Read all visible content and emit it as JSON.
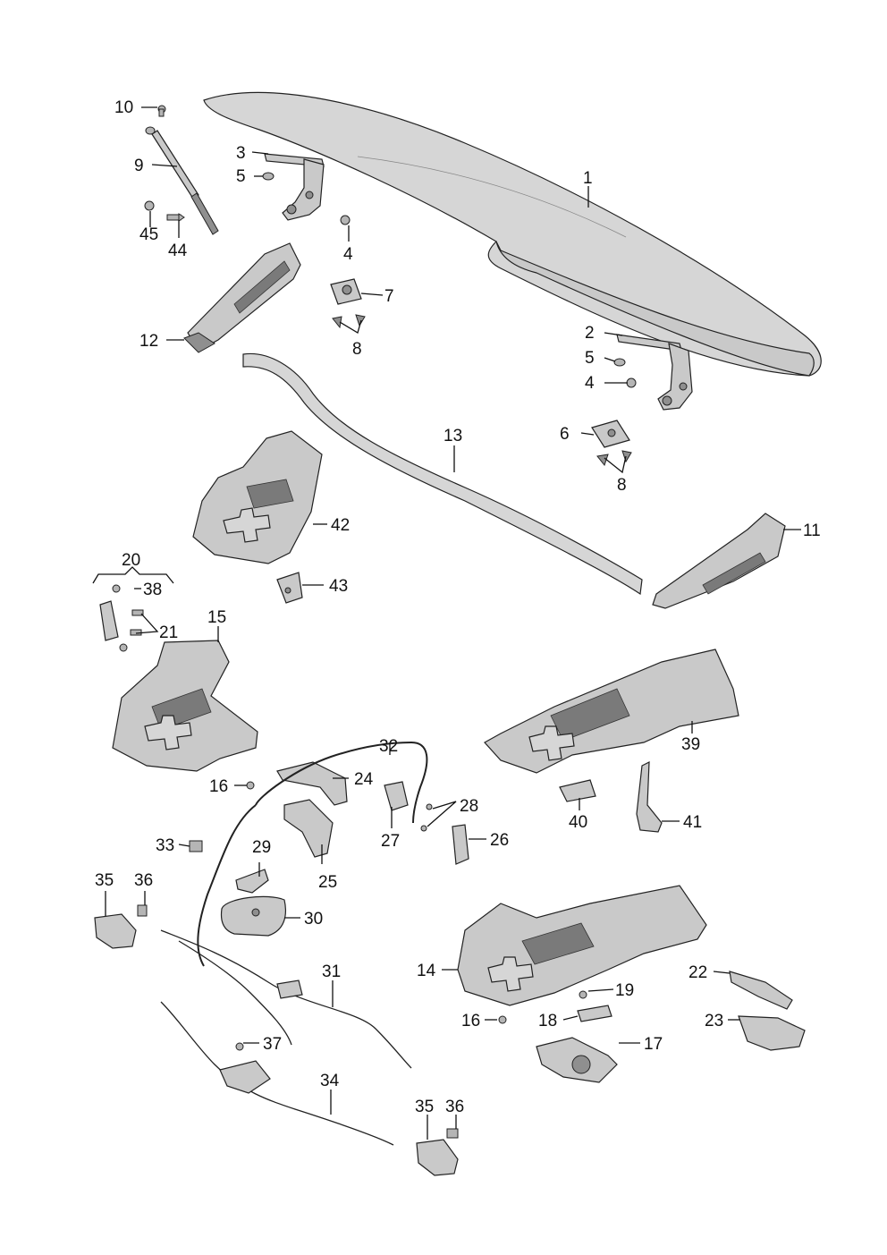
{
  "callouts": [
    {
      "id": "c1",
      "text": "1"
    },
    {
      "id": "c2",
      "text": "2"
    },
    {
      "id": "c3",
      "text": "3"
    },
    {
      "id": "c4a",
      "text": "4"
    },
    {
      "id": "c4b",
      "text": "4"
    },
    {
      "id": "c5a",
      "text": "5"
    },
    {
      "id": "c5b",
      "text": "5"
    },
    {
      "id": "c6",
      "text": "6"
    },
    {
      "id": "c7",
      "text": "7"
    },
    {
      "id": "c8a",
      "text": "8"
    },
    {
      "id": "c8b",
      "text": "8"
    },
    {
      "id": "c9",
      "text": "9"
    },
    {
      "id": "c10",
      "text": "10"
    },
    {
      "id": "c11",
      "text": "11"
    },
    {
      "id": "c12",
      "text": "12"
    },
    {
      "id": "c13",
      "text": "13"
    },
    {
      "id": "c14",
      "text": "14"
    },
    {
      "id": "c15",
      "text": "15"
    },
    {
      "id": "c16a",
      "text": "16"
    },
    {
      "id": "c16b",
      "text": "16"
    },
    {
      "id": "c17",
      "text": "17"
    },
    {
      "id": "c18",
      "text": "18"
    },
    {
      "id": "c19",
      "text": "19"
    },
    {
      "id": "c20",
      "text": "20"
    },
    {
      "id": "c21",
      "text": "21"
    },
    {
      "id": "c22",
      "text": "22"
    },
    {
      "id": "c23",
      "text": "23"
    },
    {
      "id": "c24",
      "text": "24"
    },
    {
      "id": "c25",
      "text": "25"
    },
    {
      "id": "c26",
      "text": "26"
    },
    {
      "id": "c27",
      "text": "27"
    },
    {
      "id": "c28",
      "text": "28"
    },
    {
      "id": "c29",
      "text": "29"
    },
    {
      "id": "c30",
      "text": "30"
    },
    {
      "id": "c31",
      "text": "31"
    },
    {
      "id": "c32",
      "text": "32"
    },
    {
      "id": "c33",
      "text": "33"
    },
    {
      "id": "c34",
      "text": "34"
    },
    {
      "id": "c35a",
      "text": "35"
    },
    {
      "id": "c35b",
      "text": "35"
    },
    {
      "id": "c36a",
      "text": "36"
    },
    {
      "id": "c36b",
      "text": "36"
    },
    {
      "id": "c37",
      "text": "37"
    },
    {
      "id": "c38",
      "text": "38"
    },
    {
      "id": "c39",
      "text": "39"
    },
    {
      "id": "c40",
      "text": "40"
    },
    {
      "id": "c41",
      "text": "41"
    },
    {
      "id": "c42",
      "text": "42"
    },
    {
      "id": "c43",
      "text": "43"
    },
    {
      "id": "c44",
      "text": "44"
    },
    {
      "id": "c45",
      "text": "45"
    }
  ]
}
